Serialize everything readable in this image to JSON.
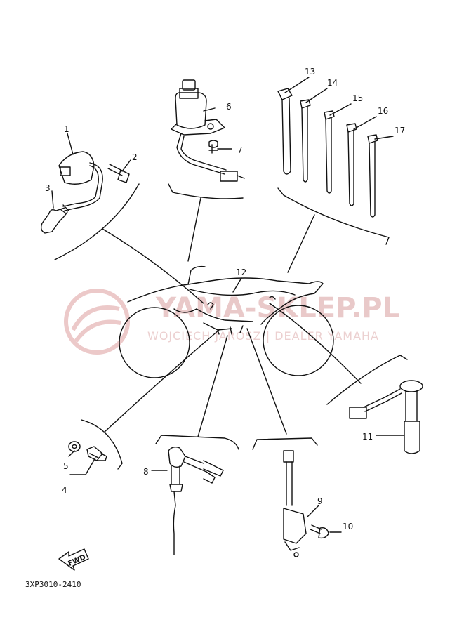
{
  "watermark": {
    "title": "YAMA-SKLEP.PL",
    "subtitle": "WOJCIECH JAROSZ | DEALER YAMAHA"
  },
  "drawing_code": "3XP3010-2410",
  "fwd_label": "FWD",
  "callouts": [
    "1",
    "2",
    "3",
    "4",
    "5",
    "6",
    "7",
    "8",
    "9",
    "10",
    "11",
    "12",
    "13",
    "14",
    "15",
    "16",
    "17"
  ],
  "colors": {
    "ink": "#111111",
    "watermark": "#e8c4c4"
  }
}
